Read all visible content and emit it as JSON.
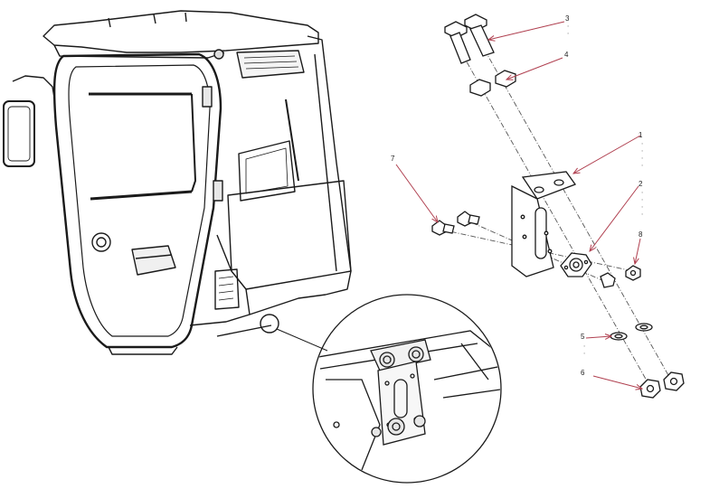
{
  "callouts": [
    {
      "id": "3",
      "label": "3"
    },
    {
      "id": "4",
      "label": "4"
    },
    {
      "id": "1",
      "label": "1"
    },
    {
      "id": "2",
      "label": "2"
    },
    {
      "id": "7",
      "label": "7"
    },
    {
      "id": "8",
      "label": "8"
    },
    {
      "id": "5",
      "label": "5"
    },
    {
      "id": "6",
      "label": "6"
    }
  ],
  "colors": {
    "line": "#1a1a1a",
    "leader": "#b04050",
    "chain": "#555555"
  }
}
